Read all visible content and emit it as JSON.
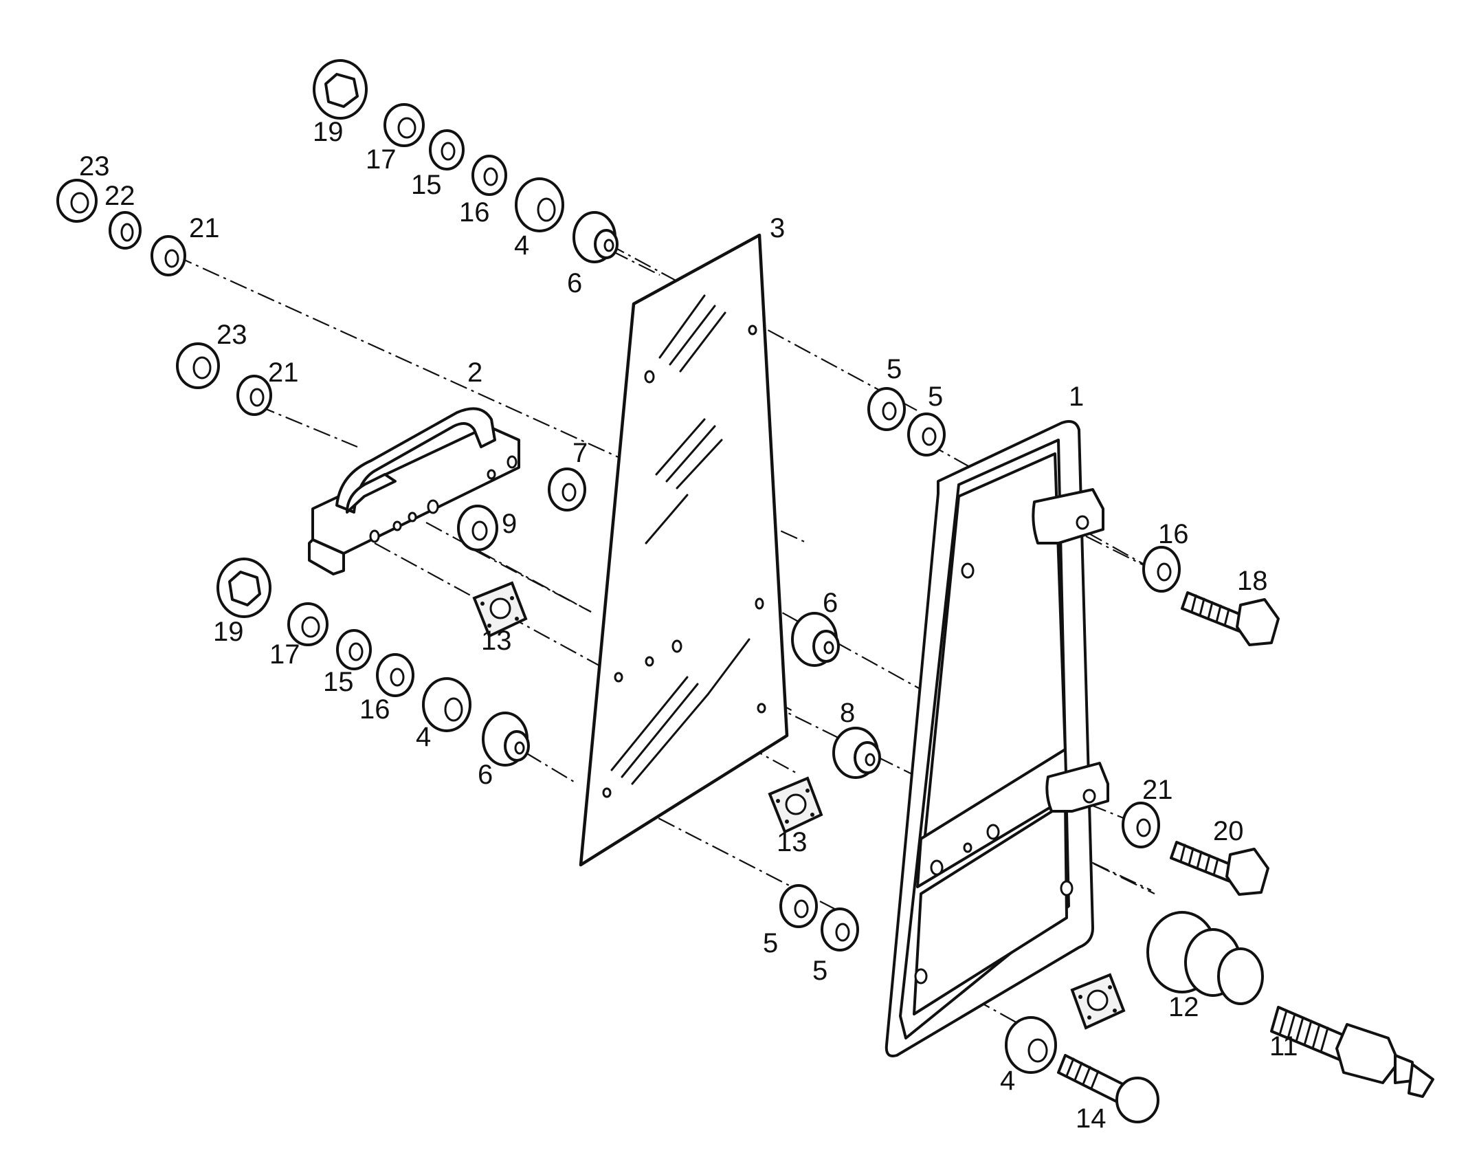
{
  "callouts": [
    {
      "label": "1",
      "name": "door-frame"
    },
    {
      "label": "2",
      "name": "handle-bracket"
    },
    {
      "label": "3",
      "name": "glass-panel"
    },
    {
      "label": "4",
      "name": "spacer-bush"
    },
    {
      "label": "5",
      "name": "washer"
    },
    {
      "label": "6",
      "name": "flanged-bush"
    },
    {
      "label": "7",
      "name": "washer"
    },
    {
      "label": "8",
      "name": "grommet"
    },
    {
      "label": "9",
      "name": "washer"
    },
    {
      "label": "11",
      "name": "stud-pin"
    },
    {
      "label": "12",
      "name": "buffer"
    },
    {
      "label": "13",
      "name": "gasket-pad"
    },
    {
      "label": "14",
      "name": "bolt"
    },
    {
      "label": "15",
      "name": "washer"
    },
    {
      "label": "16",
      "name": "washer"
    },
    {
      "label": "17",
      "name": "nut"
    },
    {
      "label": "18",
      "name": "bolt"
    },
    {
      "label": "19",
      "name": "cap-nut"
    },
    {
      "label": "20",
      "name": "bolt"
    },
    {
      "label": "21",
      "name": "washer"
    },
    {
      "label": "22",
      "name": "washer"
    },
    {
      "label": "23",
      "name": "nut"
    }
  ],
  "colors": {
    "line": "#111111",
    "background": "#ffffff"
  }
}
